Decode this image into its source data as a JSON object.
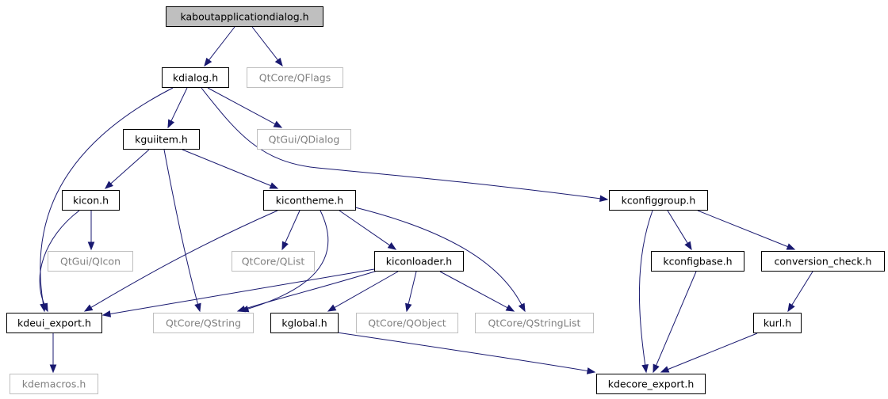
{
  "colors": {
    "edge": "#191970",
    "root_fill": "#bfbfbf",
    "node_border": "#000000",
    "external_border": "#bfbfbf",
    "external_text": "#808080",
    "text": "#000000"
  },
  "nodes": [
    {
      "id": "kaboutapplicationdialog",
      "label": "kaboutapplicationdialog.h",
      "kind": "root"
    },
    {
      "id": "kdialog",
      "label": "kdialog.h",
      "kind": "internal"
    },
    {
      "id": "qflags",
      "label": "QtCore/QFlags",
      "kind": "external"
    },
    {
      "id": "kguiitem",
      "label": "kguiitem.h",
      "kind": "internal"
    },
    {
      "id": "qdialog",
      "label": "QtGui/QDialog",
      "kind": "external"
    },
    {
      "id": "kicon",
      "label": "kicon.h",
      "kind": "internal"
    },
    {
      "id": "kicontheme",
      "label": "kicontheme.h",
      "kind": "internal"
    },
    {
      "id": "kconfiggroup",
      "label": "kconfiggroup.h",
      "kind": "internal"
    },
    {
      "id": "qicon",
      "label": "QtGui/QIcon",
      "kind": "external"
    },
    {
      "id": "qlist",
      "label": "QtCore/QList",
      "kind": "external"
    },
    {
      "id": "kiconloader",
      "label": "kiconloader.h",
      "kind": "internal"
    },
    {
      "id": "kconfigbase",
      "label": "kconfigbase.h",
      "kind": "internal"
    },
    {
      "id": "conversion_check",
      "label": "conversion_check.h",
      "kind": "internal"
    },
    {
      "id": "kdeui_export",
      "label": "kdeui_export.h",
      "kind": "internal"
    },
    {
      "id": "qstring",
      "label": "QtCore/QString",
      "kind": "external"
    },
    {
      "id": "kglobal",
      "label": "kglobal.h",
      "kind": "internal"
    },
    {
      "id": "qobject",
      "label": "QtCore/QObject",
      "kind": "external"
    },
    {
      "id": "qstringlist",
      "label": "QtCore/QStringList",
      "kind": "external"
    },
    {
      "id": "kurl",
      "label": "kurl.h",
      "kind": "internal"
    },
    {
      "id": "kdemacros",
      "label": "kdemacros.h",
      "kind": "external"
    },
    {
      "id": "kdecore_export",
      "label": "kdecore_export.h",
      "kind": "internal"
    }
  ],
  "edges": [
    [
      "kaboutapplicationdialog",
      "kdialog"
    ],
    [
      "kaboutapplicationdialog",
      "qflags"
    ],
    [
      "kdialog",
      "kguiitem"
    ],
    [
      "kdialog",
      "qdialog"
    ],
    [
      "kdialog",
      "kdeui_export"
    ],
    [
      "kdialog",
      "kconfiggroup"
    ],
    [
      "kguiitem",
      "kicon"
    ],
    [
      "kguiitem",
      "kicontheme"
    ],
    [
      "kguiitem",
      "qstring"
    ],
    [
      "kicon",
      "qicon"
    ],
    [
      "kicon",
      "kdeui_export"
    ],
    [
      "kicontheme",
      "qlist"
    ],
    [
      "kicontheme",
      "kiconloader"
    ],
    [
      "kicontheme",
      "kdeui_export"
    ],
    [
      "kicontheme",
      "qstring"
    ],
    [
      "kicontheme",
      "qstringlist"
    ],
    [
      "kiconloader",
      "kdeui_export"
    ],
    [
      "kiconloader",
      "qstring"
    ],
    [
      "kiconloader",
      "kglobal"
    ],
    [
      "kiconloader",
      "qobject"
    ],
    [
      "kiconloader",
      "qstringlist"
    ],
    [
      "kconfiggroup",
      "kconfigbase"
    ],
    [
      "kconfiggroup",
      "conversion_check"
    ],
    [
      "kconfiggroup",
      "kdecore_export"
    ],
    [
      "kconfigbase",
      "kdecore_export"
    ],
    [
      "conversion_check",
      "kurl"
    ],
    [
      "kurl",
      "kdecore_export"
    ],
    [
      "kglobal",
      "kdecore_export"
    ],
    [
      "kdeui_export",
      "kdemacros"
    ]
  ]
}
